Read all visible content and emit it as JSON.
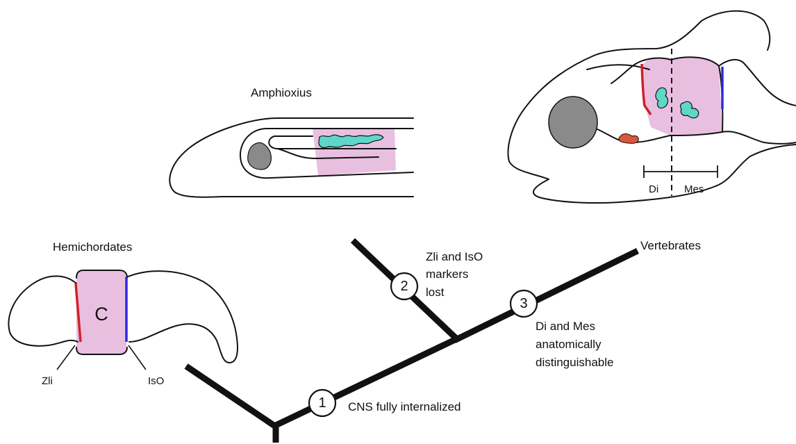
{
  "taxa": {
    "amphioxus": "Amphioxius",
    "hemichordates": "Hemichordates",
    "vertebrates": "Vertebrates"
  },
  "hemichordate_labels": {
    "center": "C",
    "zli": "Zli",
    "iso": "IsO"
  },
  "vertebrate_labels": {
    "di": "Di",
    "mes": "Mes"
  },
  "events": [
    {
      "number": "1",
      "lines": [
        "CNS fully internalized"
      ]
    },
    {
      "number": "2",
      "lines": [
        "Zli and IsO",
        "markers",
        "lost"
      ]
    },
    {
      "number": "3",
      "lines": [
        "Di and Mes",
        "anatomically",
        "distinguishable"
      ]
    }
  ],
  "colors": {
    "pink_region": "#e9bfe0",
    "zli_red": "#d0202a",
    "iso_blue": "#2a2ae0",
    "marker_cyan": "#5ed6c8",
    "marker_orange": "#d9573a",
    "eye_gray": "#8a8a8a"
  }
}
